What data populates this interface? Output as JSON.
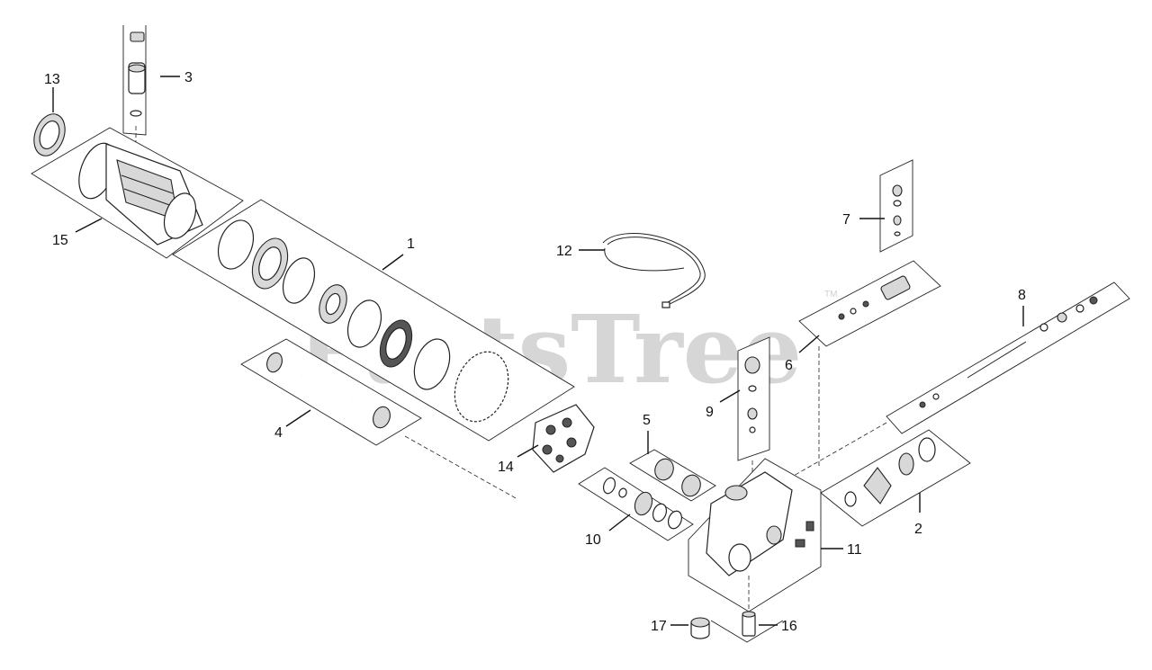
{
  "watermark": {
    "text": "PartsTree",
    "trademark": "TM"
  },
  "colors": {
    "line": "#222222",
    "watermark": "#cfcfcf",
    "background": "#ffffff"
  },
  "callouts": {
    "c1": "1",
    "c2": "2",
    "c3": "3",
    "c4": "4",
    "c5": "5",
    "c6": "6",
    "c7": "7",
    "c8": "8",
    "c9": "9",
    "c10": "10",
    "c11": "11",
    "c12": "12",
    "c13": "13",
    "c14": "14",
    "c15": "15",
    "c16": "16",
    "c17": "17"
  }
}
